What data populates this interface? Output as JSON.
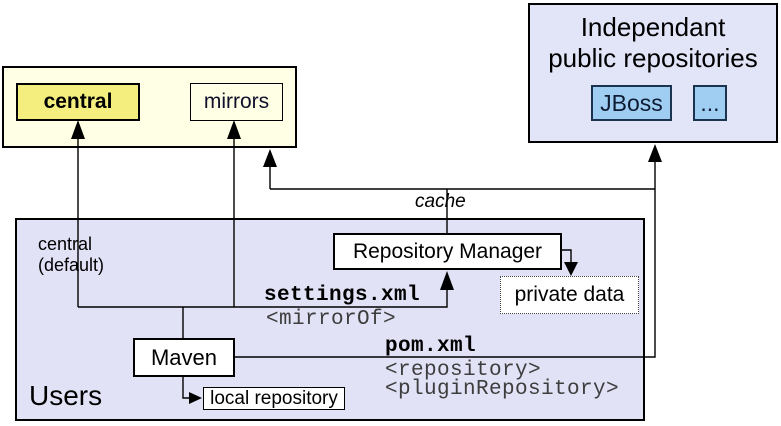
{
  "colors": {
    "canvas_bg": "#ffffff",
    "yellow_group_bg": "#feffe5",
    "central_highlight_bg": "#f3ee7e",
    "lavender_bg": "#e2e2f7",
    "independent_bg": "#e2e4f8",
    "blue_item_bg": "#a0cef2",
    "line_color": "#000000",
    "mono_dim_color": "#3d3d3d"
  },
  "remote_group": {
    "central_label": "central",
    "mirrors_label": "mirrors"
  },
  "public_repositories": {
    "title_line1": "Independant",
    "title_line2": "public repositories",
    "items": [
      {
        "label": "JBoss"
      },
      {
        "label": "..."
      }
    ]
  },
  "users_group": {
    "label": "Users",
    "central_default_line1": "central",
    "central_default_line2": "(default)",
    "repository_manager_label": "Repository Manager",
    "private_data_label": "private data",
    "maven_label": "Maven",
    "local_repository_label": "local repository"
  },
  "annotations": {
    "cache": "cache",
    "settings_xml": "settings.xml",
    "mirror_of": "<mirrorOf>",
    "pom_xml": "pom.xml",
    "repository_tag": "<repository>",
    "plugin_repository_tag": "<pluginRepository>"
  }
}
